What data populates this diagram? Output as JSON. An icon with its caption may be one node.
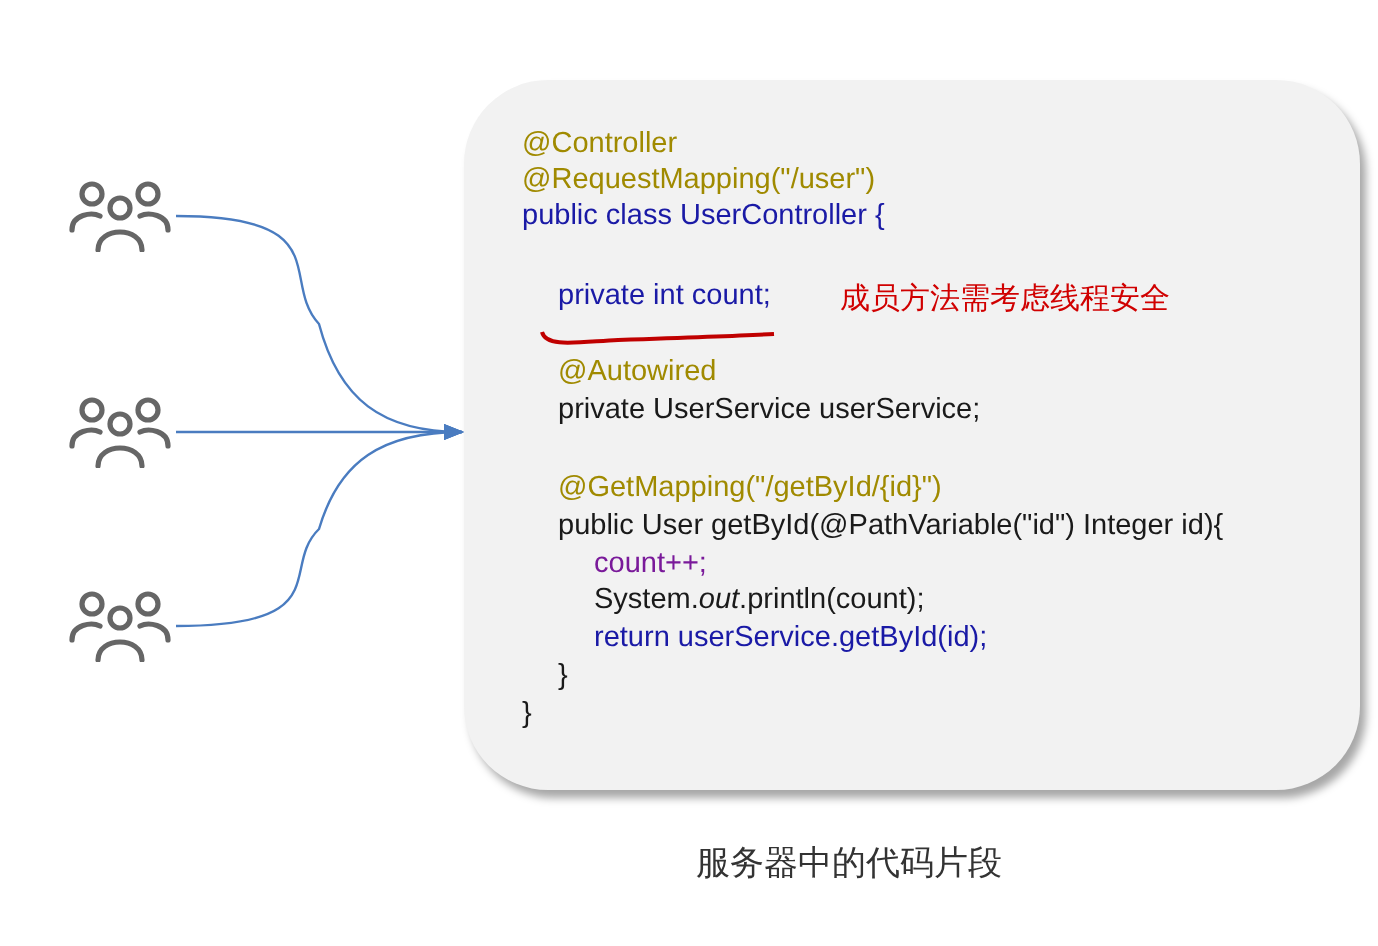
{
  "diagram": {
    "caption": "服务器中的代码片段",
    "nodes": [
      {
        "text": [],
        "shape": "person"
      },
      {
        "text": [],
        "shape": "person"
      },
      {
        "text": [],
        "shape": "person"
      },
      {
        "text": [
          "@Controller",
          "@RequestMapping(\"/user\")",
          "public class UserController {",
          "private int count;",
          "@Autowired",
          "private UserService userService;",
          "@GetMapping(\"/getById/{id}\")",
          "public User getById(@PathVariable(\"id\") Integer id){",
          "count++;",
          "System.*out*.println(count);",
          "return userService.getById(id);",
          "}",
          "}",
          "成员方法需考虑线程安全"
        ]
      }
    ],
    "edges": [
      {
        "from": 0,
        "to": 3,
        "arrow": "to"
      },
      {
        "from": 1,
        "to": 3,
        "arrow": "to"
      },
      {
        "from": 2,
        "to": 3,
        "arrow": "to"
      }
    ]
  }
}
